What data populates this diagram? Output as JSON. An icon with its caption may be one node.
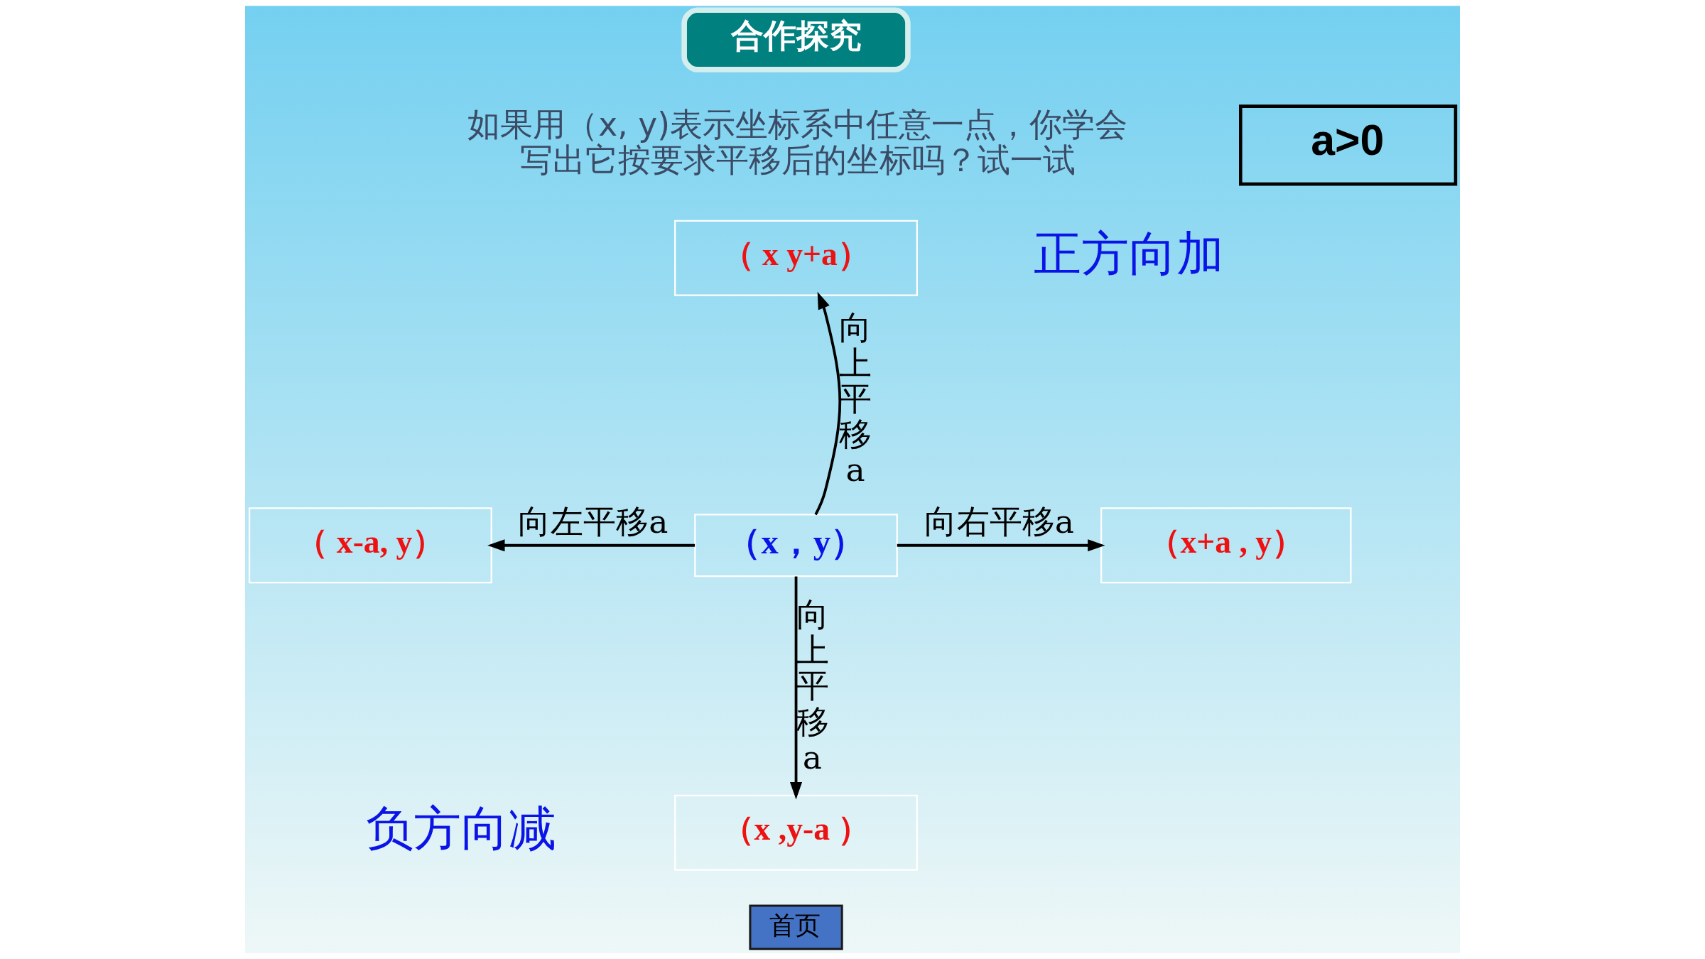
{
  "diagram": {
    "nodes": [
      {
        "text": [
          "合作探究"
        ]
      },
      {
        "text": [
          "a>0"
        ]
      },
      {
        "text": [
          "（ x y+a）"
        ]
      },
      {
        "text": [
          "（ x-a, y）"
        ]
      },
      {
        "text": [
          "（x，y）"
        ]
      },
      {
        "text": [
          "（x+a , y）"
        ]
      },
      {
        "text": [
          "（x ,y-a ）"
        ]
      },
      {
        "text": [
          "首页"
        ]
      }
    ],
    "edges": [
      {
        "from": 4,
        "to": 2,
        "arrow": "to",
        "label": "向上平移a"
      },
      {
        "from": 4,
        "to": 3,
        "arrow": "to",
        "label": "向左平移a"
      },
      {
        "from": 4,
        "to": 5,
        "arrow": "to",
        "label": "向右平移a"
      },
      {
        "from": 4,
        "to": 6,
        "arrow": "to",
        "label": "向上平移a"
      }
    ],
    "labels": [
      "如果用（x, y)表示坐标系中任意一点，你学会写出它按要求平移后的坐标吗？试一试",
      "正方向加",
      "负方向减"
    ]
  }
}
